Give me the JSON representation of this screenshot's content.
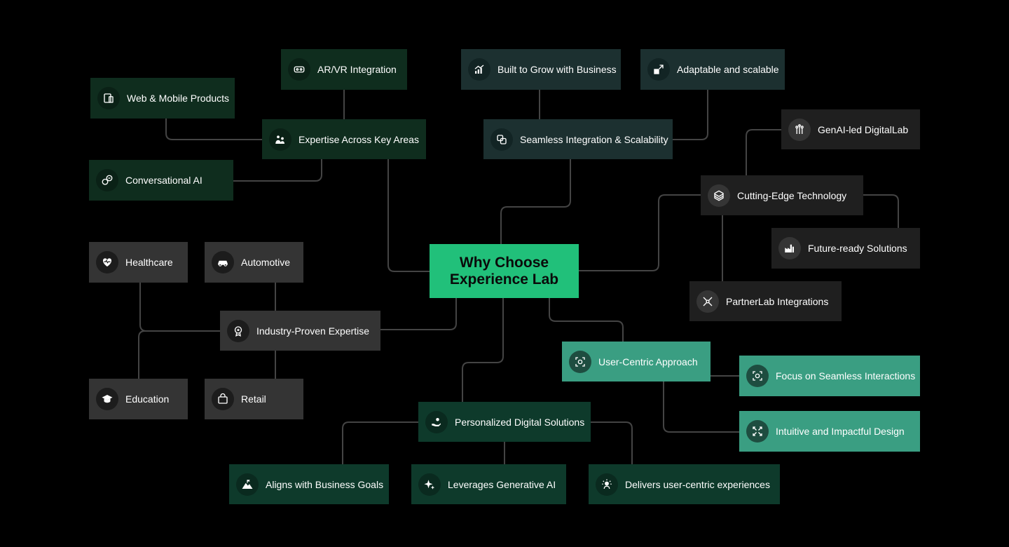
{
  "center": {
    "line1": "Why Choose",
    "line2": "Experience Lab"
  },
  "nodes": [
    {
      "id": "ar-vr-integration",
      "label": "AR/VR Integration",
      "icon": "vr-headset-icon",
      "theme": "green"
    },
    {
      "id": "web-mobile-products",
      "label": "Web & Mobile Products",
      "icon": "devices-icon",
      "theme": "green"
    },
    {
      "id": "expertise-across-key-areas",
      "label": "Expertise Across Key Areas",
      "icon": "team-icon",
      "theme": "green"
    },
    {
      "id": "conversational-ai",
      "label": "Conversational AI",
      "icon": "chat-bubbles-icon",
      "theme": "green"
    },
    {
      "id": "built-to-grow",
      "label": "Built to Grow with Business",
      "icon": "growth-chart-icon",
      "theme": "teal"
    },
    {
      "id": "adaptable-scalable",
      "label": "Adaptable and scalable",
      "icon": "resize-icon",
      "theme": "teal"
    },
    {
      "id": "seamless-integration",
      "label": "Seamless Integration & Scalability",
      "icon": "layers-icon",
      "theme": "teal"
    },
    {
      "id": "genai-digitallab",
      "label": "GenAI-led DigitalLab",
      "icon": "ai-circuit-icon",
      "theme": "dark"
    },
    {
      "id": "cutting-edge-technology",
      "label": "Cutting-Edge Technology",
      "icon": "cube-stack-icon",
      "theme": "dark"
    },
    {
      "id": "future-ready-solutions",
      "label": "Future-ready Solutions",
      "icon": "factory-icon",
      "theme": "dark"
    },
    {
      "id": "partnerlab-integrations",
      "label": "PartnerLab Integrations",
      "icon": "network-icon",
      "theme": "dark"
    },
    {
      "id": "healthcare",
      "label": "Healthcare",
      "icon": "heart-pulse-icon",
      "theme": "gray"
    },
    {
      "id": "automotive",
      "label": "Automotive",
      "icon": "car-icon",
      "theme": "gray"
    },
    {
      "id": "industry-proven-expertise",
      "label": "Industry-Proven Expertise",
      "icon": "award-icon",
      "theme": "gray"
    },
    {
      "id": "education",
      "label": "Education",
      "icon": "graduation-cap-icon",
      "theme": "gray"
    },
    {
      "id": "retail",
      "label": "Retail",
      "icon": "shopping-bag-icon",
      "theme": "gray"
    },
    {
      "id": "user-centric-approach",
      "label": "User-Centric Approach",
      "icon": "focus-target-icon",
      "theme": "mint"
    },
    {
      "id": "focus-seamless-interactions",
      "label": "Focus on Seamless Interactions",
      "icon": "focus-target-icon",
      "theme": "mint"
    },
    {
      "id": "intuitive-impactful-design",
      "label": "Intuitive and Impactful Design",
      "icon": "expand-arrows-icon",
      "theme": "mint"
    },
    {
      "id": "personalized-digital-solutions",
      "label": "Personalized Digital Solutions",
      "icon": "hand-care-icon",
      "theme": "deep"
    },
    {
      "id": "aligns-business-goals",
      "label": "Aligns with Business Goals",
      "icon": "mountain-flag-icon",
      "theme": "deep"
    },
    {
      "id": "leverages-generative-ai",
      "label": "Leverages Generative AI",
      "icon": "sparkle-icon",
      "theme": "deep"
    },
    {
      "id": "delivers-user-centric",
      "label": "Delivers user-centric experiences",
      "icon": "idea-user-icon",
      "theme": "deep"
    }
  ]
}
